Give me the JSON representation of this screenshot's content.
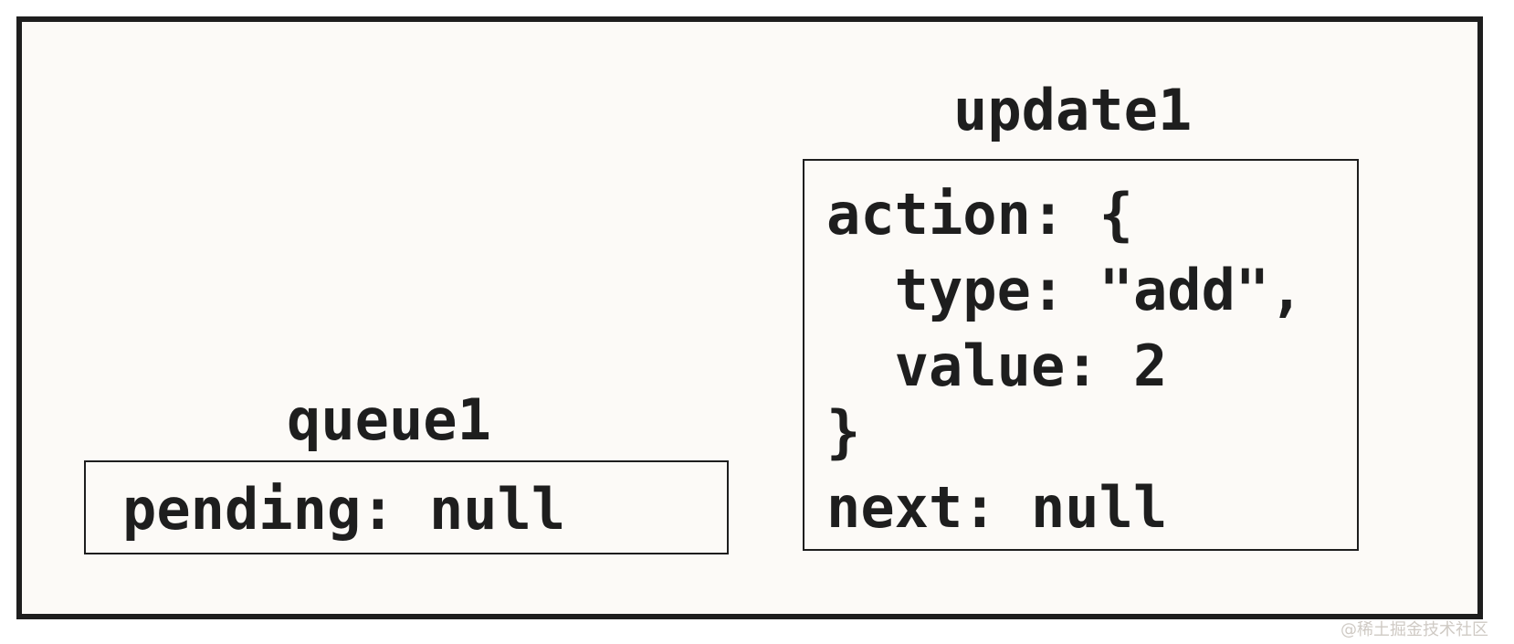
{
  "queue": {
    "title": "queue1",
    "fields": [
      "pending: null"
    ]
  },
  "update": {
    "title": "update1",
    "lines": [
      "action: {",
      "  type: \"add\",",
      "  value: 2",
      "}",
      "next: null"
    ]
  },
  "watermark": "@稀土掘金技术社区"
}
